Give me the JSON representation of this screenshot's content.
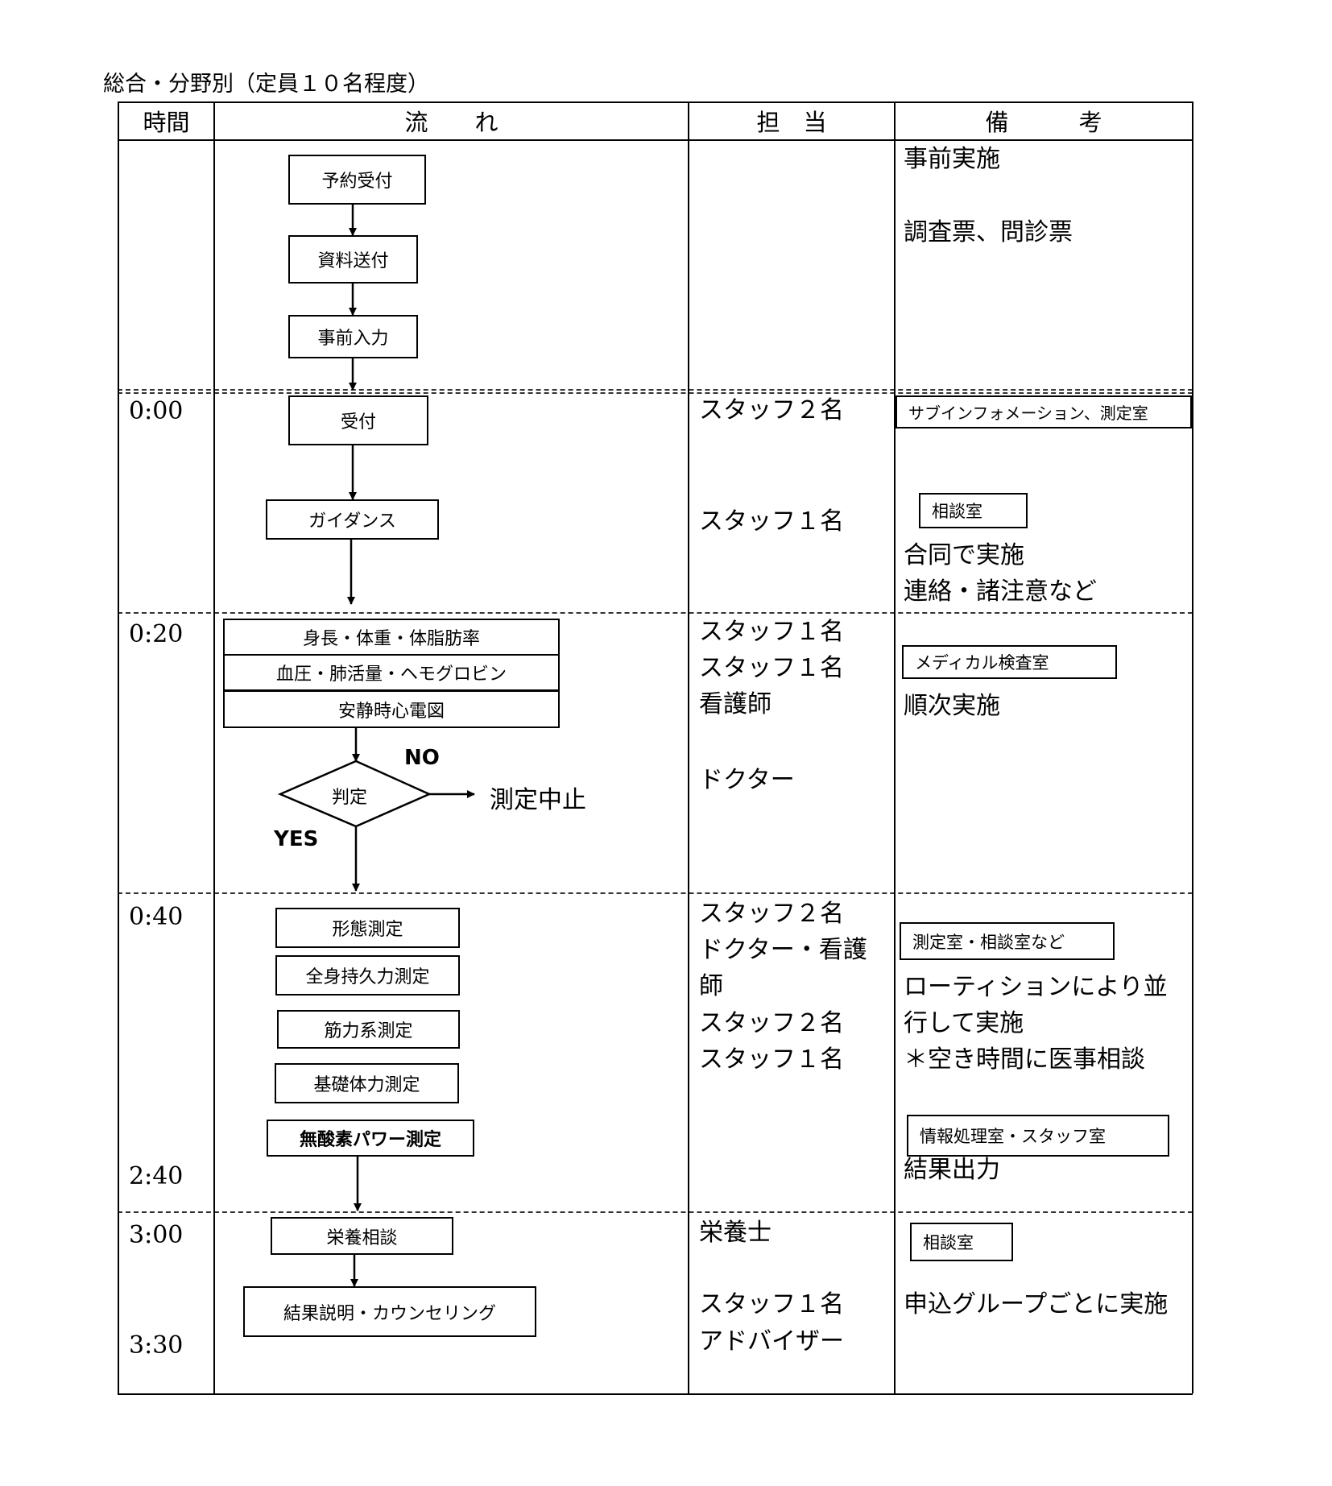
{
  "caption": "総合・分野別（定員１０名程度）",
  "headers": {
    "time": "時間",
    "flow": "流　　れ",
    "staff": "担　当",
    "notes": "備　　　考"
  },
  "sections": [
    {
      "time": [],
      "flow": [
        "予約受付",
        "資料送付",
        "事前入力"
      ],
      "staff": [],
      "notes": [
        "事前実施",
        "",
        "調査票、問診票"
      ],
      "rooms": []
    },
    {
      "time": [
        "0:00"
      ],
      "flow": [
        "受付",
        "ガイダンス"
      ],
      "staff": [
        "スタッフ２名",
        "スタッフ１名"
      ],
      "notes": [
        "合同で実施",
        "連絡・諸注意など"
      ],
      "rooms": [
        "サブインフォメーション、測定室",
        "相談室"
      ]
    },
    {
      "time": [
        "0:20"
      ],
      "flow": [
        "身長・体重・体脂肪率",
        "血圧・肺活量・ヘモグロビン",
        "安静時心電図",
        "判定"
      ],
      "decision": {
        "no": "NO",
        "yes": "YES",
        "stop": "測定中止"
      },
      "staff": [
        "スタッフ１名",
        "スタッフ１名",
        "看護師",
        "ドクター"
      ],
      "notes": [
        "順次実施"
      ],
      "rooms": [
        "メディカル検査室"
      ]
    },
    {
      "time": [
        "0:40",
        "2:40"
      ],
      "flow": [
        "形態測定",
        "全身持久力測定",
        "筋力系測定",
        "基礎体力測定",
        "無酸素パワー測定"
      ],
      "staff": [
        "スタッフ２名",
        "ドクター・看護",
        "師",
        "スタッフ２名",
        "スタッフ１名"
      ],
      "notes": [
        "ローティションにより並",
        "行して実施",
        "＊空き時間に医事相談",
        "結果出力"
      ],
      "rooms": [
        "測定室・相談室など",
        "情報処理室・スタッフ室"
      ]
    },
    {
      "time": [
        "3:00",
        "3:30"
      ],
      "flow": [
        "栄養相談",
        "結果説明・カウンセリング"
      ],
      "staff": [
        "栄養士",
        "スタッフ１名",
        "アドバイザー"
      ],
      "notes": [
        "申込グループごとに実施"
      ],
      "rooms": [
        "相談室"
      ]
    }
  ]
}
